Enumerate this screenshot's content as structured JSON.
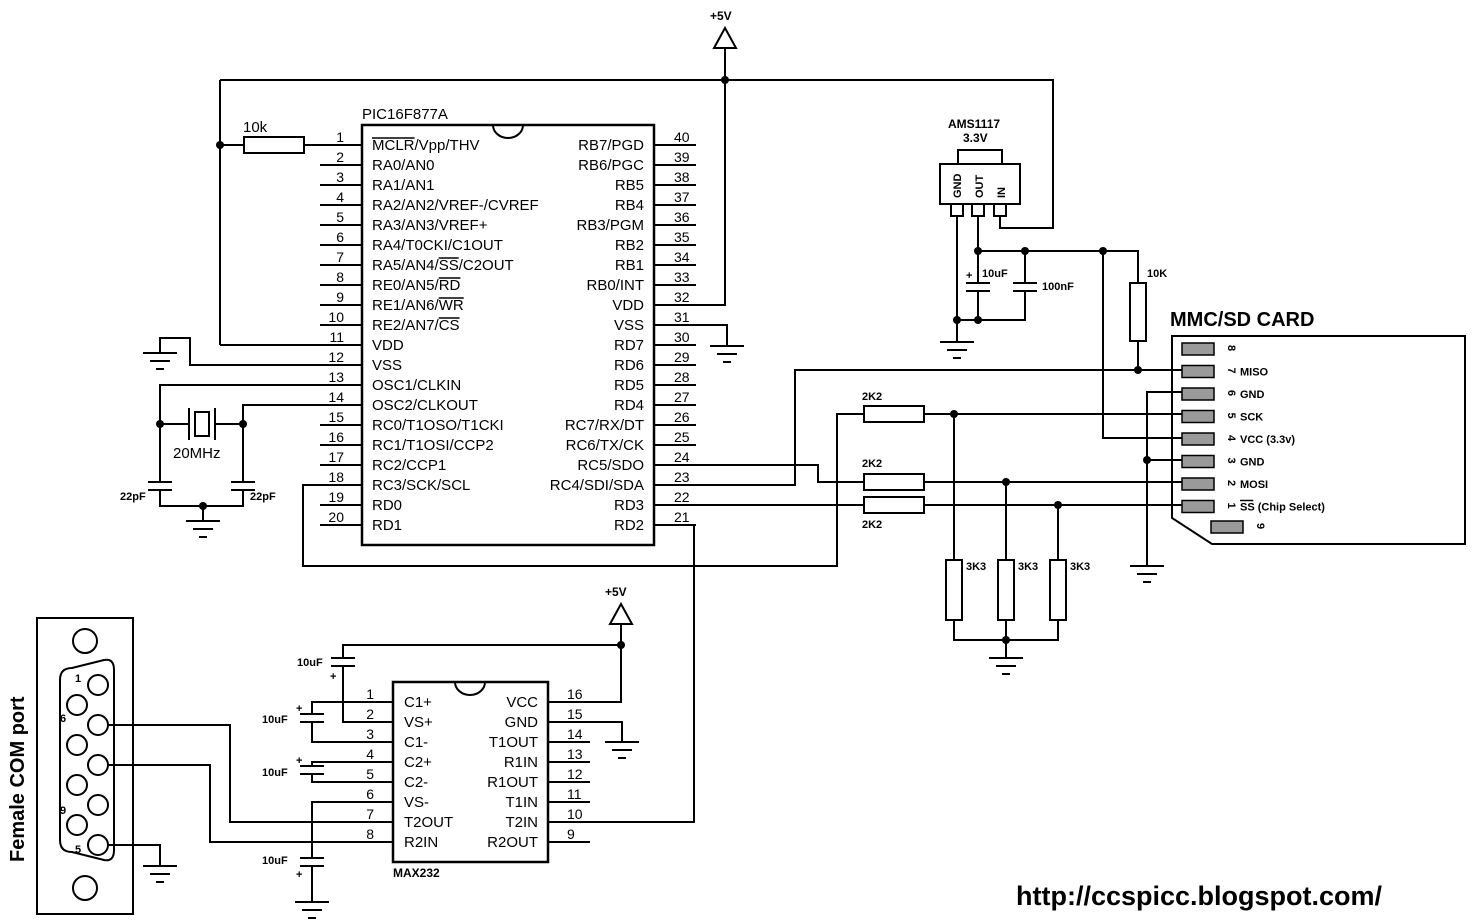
{
  "pic": {
    "name": "PIC16F877A",
    "left_pins": [
      {
        "num": "1",
        "label": "MCLR/Vpp/THV"
      },
      {
        "num": "2",
        "label": "RA0/AN0"
      },
      {
        "num": "3",
        "label": "RA1/AN1"
      },
      {
        "num": "4",
        "label": "RA2/AN2/VREF-/CVREF"
      },
      {
        "num": "5",
        "label": "RA3/AN3/VREF+"
      },
      {
        "num": "6",
        "label": "RA4/T0CKI/C1OUT"
      },
      {
        "num": "7",
        "label": "RA5/AN4/SS/C2OUT"
      },
      {
        "num": "8",
        "label": "RE0/AN5/RD"
      },
      {
        "num": "9",
        "label": "RE1/AN6/WR"
      },
      {
        "num": "10",
        "label": "RE2/AN7/CS"
      },
      {
        "num": "11",
        "label": "VDD"
      },
      {
        "num": "12",
        "label": "VSS"
      },
      {
        "num": "13",
        "label": "OSC1/CLKIN"
      },
      {
        "num": "14",
        "label": "OSC2/CLKOUT"
      },
      {
        "num": "15",
        "label": "RC0/T1OSO/T1CKI"
      },
      {
        "num": "16",
        "label": "RC1/T1OSI/CCP2"
      },
      {
        "num": "17",
        "label": "RC2/CCP1"
      },
      {
        "num": "18",
        "label": "RC3/SCK/SCL"
      },
      {
        "num": "19",
        "label": "RD0"
      },
      {
        "num": "20",
        "label": "RD1"
      }
    ],
    "right_pins": [
      {
        "num": "40",
        "label": "RB7/PGD"
      },
      {
        "num": "39",
        "label": "RB6/PGC"
      },
      {
        "num": "38",
        "label": "RB5"
      },
      {
        "num": "37",
        "label": "RB4"
      },
      {
        "num": "36",
        "label": "RB3/PGM"
      },
      {
        "num": "35",
        "label": "RB2"
      },
      {
        "num": "34",
        "label": "RB1"
      },
      {
        "num": "33",
        "label": "RB0/INT"
      },
      {
        "num": "32",
        "label": "VDD"
      },
      {
        "num": "31",
        "label": "VSS"
      },
      {
        "num": "30",
        "label": "RD7"
      },
      {
        "num": "29",
        "label": "RD6"
      },
      {
        "num": "28",
        "label": "RD5"
      },
      {
        "num": "27",
        "label": "RD4"
      },
      {
        "num": "26",
        "label": "RC7/RX/DT"
      },
      {
        "num": "25",
        "label": "RC6/TX/CK"
      },
      {
        "num": "24",
        "label": "RC5/SDO"
      },
      {
        "num": "23",
        "label": "RC4/SDI/SDA"
      },
      {
        "num": "22",
        "label": "RD3"
      },
      {
        "num": "21",
        "label": "RD2"
      }
    ]
  },
  "max232": {
    "name": "MAX232",
    "left_pins": [
      {
        "num": "1",
        "label": "C1+"
      },
      {
        "num": "2",
        "label": "VS+"
      },
      {
        "num": "3",
        "label": "C1-"
      },
      {
        "num": "4",
        "label": "C2+"
      },
      {
        "num": "5",
        "label": "C2-"
      },
      {
        "num": "6",
        "label": "VS-"
      },
      {
        "num": "7",
        "label": "T2OUT"
      },
      {
        "num": "8",
        "label": "R2IN"
      }
    ],
    "right_pins": [
      {
        "num": "16",
        "label": "VCC"
      },
      {
        "num": "15",
        "label": "GND"
      },
      {
        "num": "14",
        "label": "T1OUT"
      },
      {
        "num": "13",
        "label": "R1IN"
      },
      {
        "num": "12",
        "label": "R1OUT"
      },
      {
        "num": "11",
        "label": "T1IN"
      },
      {
        "num": "10",
        "label": "T2IN"
      },
      {
        "num": "9",
        "label": "R2OUT"
      }
    ]
  },
  "power": {
    "top": "+5V",
    "max": "+5V"
  },
  "regulator": {
    "name": "AMS1117",
    "voltage": "3.3V",
    "pins": [
      "GND",
      "OUT",
      "IN"
    ]
  },
  "components": {
    "r_mclr": "10k",
    "crystal": "20MHz",
    "c_osc1": "22pF",
    "c_osc2": "22pF",
    "c_reg_elec": "10uF",
    "c_reg_cer": "100nF",
    "r_pullup": "10K",
    "r_series_1": "2K2",
    "r_series_2": "2K2",
    "r_series_3": "2K2",
    "r_div_1": "3K3",
    "r_div_2": "3K3",
    "r_div_3": "3K3",
    "c_max_1": "10uF",
    "c_max_2": "10uF",
    "c_max_3": "10uF",
    "c_max_4": "10uF"
  },
  "sdcard": {
    "title": "MMC/SD CARD",
    "pins": [
      {
        "num": "8",
        "label": ""
      },
      {
        "num": "7",
        "label": "MISO"
      },
      {
        "num": "6",
        "label": "GND"
      },
      {
        "num": "5",
        "label": "SCK"
      },
      {
        "num": "4",
        "label": "VCC (3.3v)"
      },
      {
        "num": "3",
        "label": "GND"
      },
      {
        "num": "2",
        "label": "MOSI"
      },
      {
        "num": "1",
        "label": "SS (Chip Select)"
      },
      {
        "num": "9",
        "label": ""
      }
    ]
  },
  "com": {
    "title": "Female COM port",
    "pins": [
      "1",
      "6",
      "9",
      "5"
    ]
  },
  "footer": {
    "url": "http://ccspicc.blogspot.com/"
  }
}
